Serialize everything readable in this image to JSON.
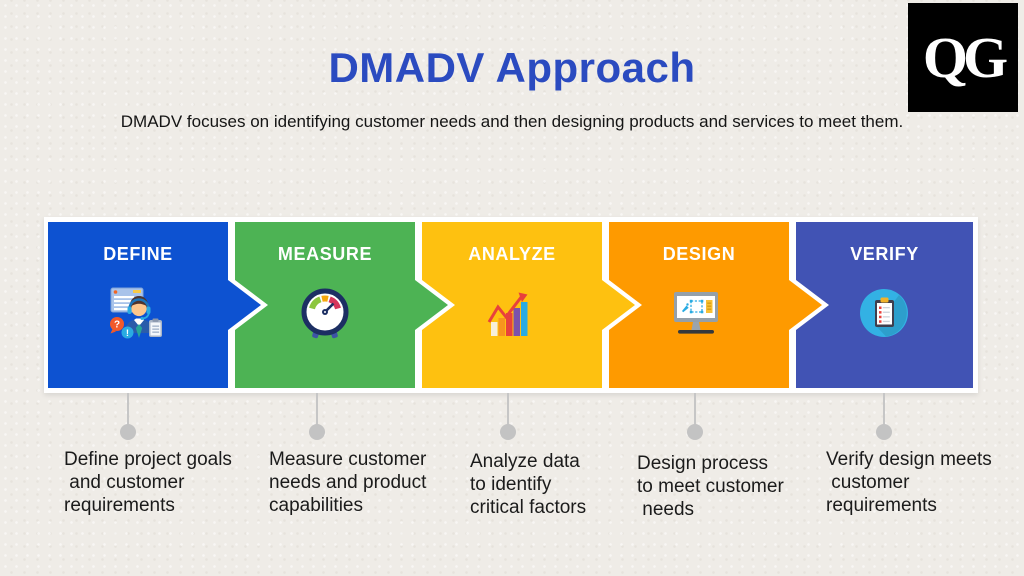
{
  "page": {
    "background_color": "#efece7"
  },
  "logo": {
    "text": "QG",
    "bg_color": "#000000",
    "fg_color": "#ffffff"
  },
  "header": {
    "title": "DMADV Approach",
    "title_color": "#2b4bc0",
    "subtitle": "DMADV focuses on identifying customer needs and then designing products and services to meet them."
  },
  "steps": [
    {
      "label": "DEFINE",
      "color": "#0d52d1",
      "icon": "customer-support-icon",
      "desc_lines": {
        "0": "Define project goals",
        "1": " and customer",
        "2": "requirements"
      }
    },
    {
      "label": "MEASURE",
      "color": "#4db354",
      "icon": "gauge-icon",
      "desc_lines": {
        "0": "Measure customer",
        "1": "needs and product",
        "2": "capabilities"
      }
    },
    {
      "label": "ANALYZE",
      "color": "#fec110",
      "icon": "bar-chart-icon",
      "desc_lines": {
        "0": "Analyze data",
        "1": "to identify",
        "2": "critical factors"
      }
    },
    {
      "label": "DESIGN",
      "color": "#fe9a00",
      "icon": "design-monitor-icon",
      "desc_lines": {
        "0": "Design process",
        "1": "to meet customer",
        "2": " needs"
      }
    },
    {
      "label": "VERIFY",
      "color": "#4153b4",
      "icon": "checklist-clipboard-icon",
      "desc_lines": {
        "0": "Verify design meets",
        "1": " customer",
        "2": "requirements"
      }
    }
  ]
}
